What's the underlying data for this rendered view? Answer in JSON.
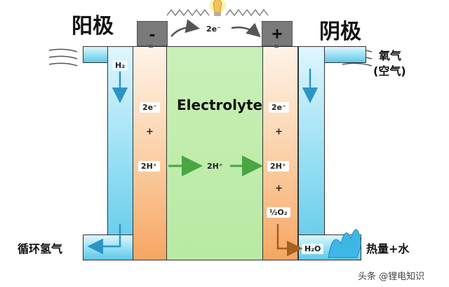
{
  "labels": {
    "anode": "阳极",
    "cathode": "阴极",
    "electrolyte": "Electrolyte",
    "oxygen_line1": "氧气",
    "oxygen_line2": "(空气)",
    "recirculate_h2": "循环氢气",
    "heat_water": "热量+水",
    "watermark": "头条 @锂电知识"
  },
  "terminals": {
    "negative": "-",
    "positive": "+"
  },
  "external_circuit": {
    "electrons": "2e⁻"
  },
  "anode_side": {
    "gas": "H₂",
    "electrons": "2e⁻",
    "plus": "+",
    "protons": "2H⁺"
  },
  "middle": {
    "protons": "2H⁺"
  },
  "cathode_side": {
    "electrons": "2e⁻",
    "plus1": "+",
    "protons": "2H⁺",
    "plus2": "+",
    "oxygen": "½O₂",
    "water": "H₂O"
  },
  "colors": {
    "channel_blue": "#5fc8e8",
    "electrolyte_green": "#b8eaa2",
    "electrode_orange": "#f6a662",
    "arrow_green": "#4aa544",
    "arrow_blue": "#2b95c8",
    "arrow_gray": "#555555"
  }
}
